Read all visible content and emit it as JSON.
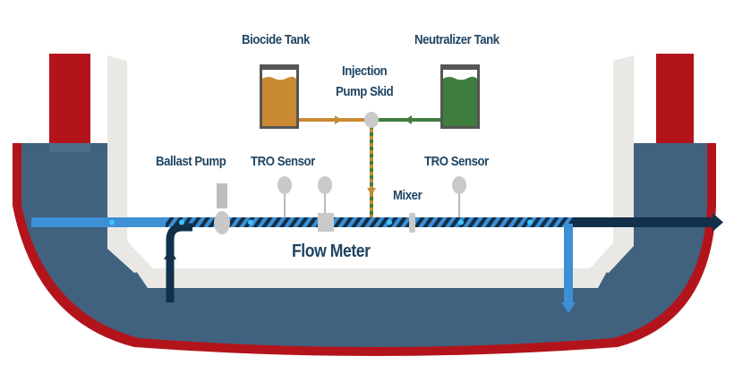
{
  "labels": {
    "biocide_tank": "Biocide Tank",
    "neutralizer_tank": "Neutralizer Tank",
    "injection_line1": "Injection",
    "injection_line2": "Pump Skid",
    "ballast_pump": "Ballast Pump",
    "tro_sensor_1": "TRO Sensor",
    "tro_sensor_2": "TRO Sensor",
    "mixer": "Mixer",
    "flow_meter": "Flow Meter"
  },
  "colors": {
    "hull_red": "#b3141b",
    "water": "#40627f",
    "pipe_light": "#3d8fd6",
    "pipe_dark": "#123049",
    "biocide": "#c98a33",
    "neutralizer": "#3f7d3e",
    "label": "#1f4563"
  }
}
